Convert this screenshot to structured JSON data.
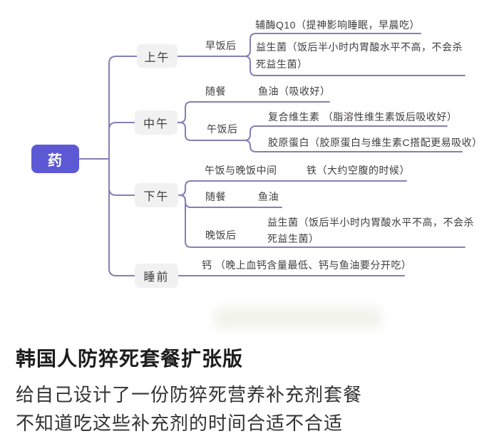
{
  "mindmap": {
    "root": {
      "label": "药",
      "color": "#5d59d5"
    },
    "line_color": "#8380b5",
    "branch_bg": "#f1f1f2",
    "branches": [
      {
        "label": "上午",
        "children": [
          {
            "label": "早饭后",
            "children": [
              {
                "label": "辅酶Q10（提神影响睡眠，早晨吃）"
              },
              {
                "label": "益生菌（饭后半小时内胃酸水平不高，不会杀死益生菌）"
              }
            ]
          }
        ]
      },
      {
        "label": "中午",
        "children": [
          {
            "label": "随餐",
            "children": [
              {
                "label": "鱼油（吸收好）"
              }
            ]
          },
          {
            "label": "午饭后",
            "children": [
              {
                "label": "复合维生素 （脂溶性维生素饭后吸收好）"
              },
              {
                "label": "胶原蛋白（胶原蛋白与维生素C搭配更易吸收）"
              }
            ]
          }
        ]
      },
      {
        "label": "下午",
        "children": [
          {
            "label": "午饭与晚饭中间",
            "children": [
              {
                "label": "铁（大约空腹的时候）"
              }
            ]
          },
          {
            "label": "随餐",
            "children": [
              {
                "label": "鱼油"
              }
            ]
          },
          {
            "label": "晚饭后",
            "children": [
              {
                "label": "益生菌（饭后半小时内胃酸水平不高，不会杀死益生菌）"
              }
            ]
          }
        ]
      },
      {
        "label": "睡前",
        "children": [
          {
            "label": "钙 （晚上血钙含量最低、钙与鱼油要分开吃）"
          }
        ]
      }
    ]
  },
  "caption": {
    "title": "韩国人防猝死套餐扩张版",
    "lines": [
      "给自己设计了一份防猝死营养补充剂套餐",
      "不知道吃这些补充剂的时间合适不合适"
    ]
  }
}
